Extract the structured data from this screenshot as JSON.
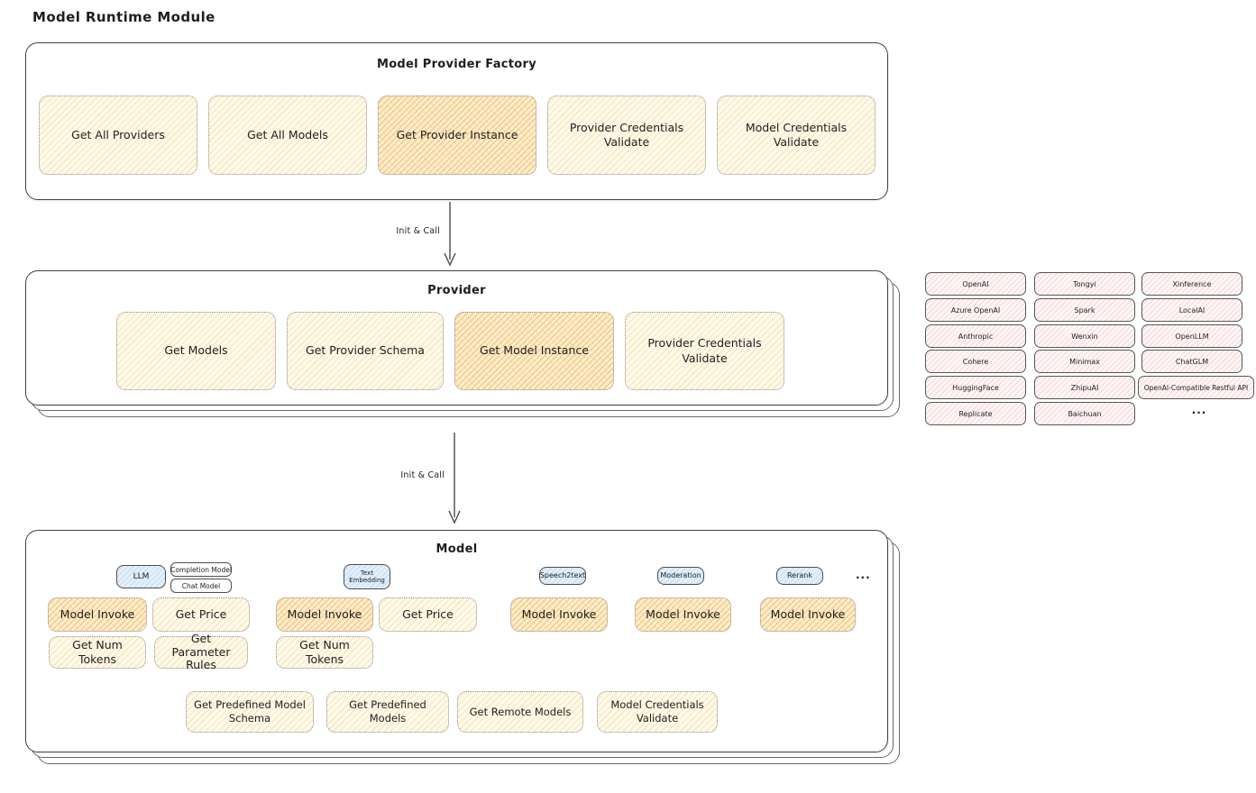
{
  "title": "Model Runtime Module",
  "arrows": {
    "init_call_1": "Init & Call",
    "init_call_2": "Init & Call"
  },
  "factory": {
    "title": "Model Provider Factory",
    "boxes": [
      {
        "label": "Get All Providers",
        "highlight": false
      },
      {
        "label": "Get All Models",
        "highlight": false
      },
      {
        "label": "Get Provider Instance",
        "highlight": true
      },
      {
        "label": "Provider Credentials Validate",
        "highlight": false
      },
      {
        "label": "Model Credentials Validate",
        "highlight": false
      }
    ]
  },
  "provider": {
    "title": "Provider",
    "boxes": [
      {
        "label": "Get Models",
        "highlight": false
      },
      {
        "label": "Get Provider Schema",
        "highlight": false
      },
      {
        "label": "Get Model Instance",
        "highlight": true
      },
      {
        "label": "Provider Credentials Validate",
        "highlight": false
      }
    ]
  },
  "provider_list": {
    "col1": [
      "OpenAI",
      "Azure OpenAI",
      "Anthropic",
      "Cohere",
      "HuggingFace",
      "Replicate"
    ],
    "col2": [
      "Tongyi",
      "Spark",
      "Wenxin",
      "Minimax",
      "ZhipuAI",
      "Baichuan"
    ],
    "col3": [
      "Xinference",
      "LocalAI",
      "OpenLLM",
      "ChatGLM",
      "OpenAI-Compatible Restful API"
    ],
    "more": "..."
  },
  "model": {
    "title": "Model",
    "tabs": {
      "llm": "LLM",
      "completion_model": "Completion Model",
      "chat_model": "Chat Model",
      "text_embedding": "Text Embedding",
      "speech2text": "Speech2text",
      "moderation": "Moderation",
      "rerank": "Rerank",
      "more": "..."
    },
    "llm_ops": [
      "Model Invoke",
      "Get Price",
      "Get Num Tokens",
      "Get Parameter Rules"
    ],
    "text_embedding_ops": [
      "Model Invoke",
      "Get Price",
      "Get Num Tokens"
    ],
    "speech2text_ops": [
      "Model Invoke"
    ],
    "moderation_ops": [
      "Model Invoke"
    ],
    "rerank_ops": [
      "Model Invoke"
    ],
    "common_ops": [
      "Get Predefined Model Schema",
      "Get Predefined Models",
      "Get Remote Models",
      "Model Credentials Validate"
    ]
  },
  "colors": {
    "box_fill": "#fdf9ea",
    "highlight_fill": "#fcefd0",
    "provider_chip_fill": "#fef6f6",
    "tab_fill": "#e2f0fb",
    "stroke": "#434343"
  }
}
